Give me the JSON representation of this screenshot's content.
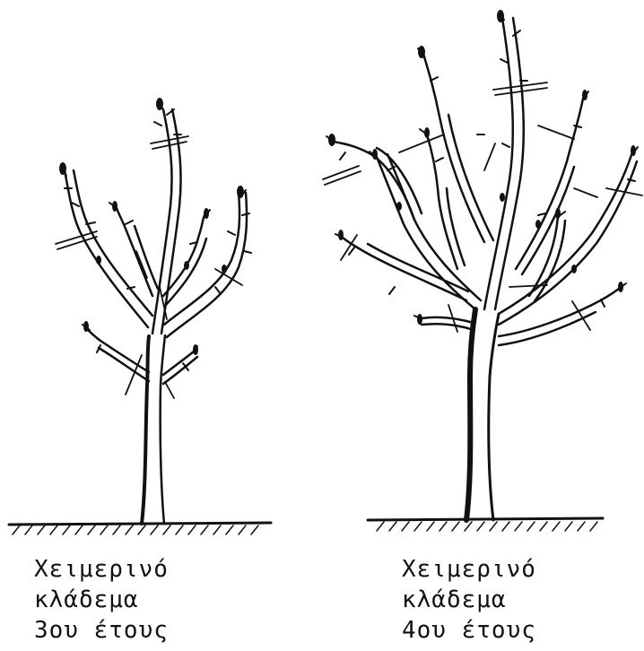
{
  "figures": [
    {
      "id": "tree-3rd-year",
      "caption": [
        "Χειμερινό",
        "κλάδεμα",
        "3ου έτους"
      ]
    },
    {
      "id": "tree-4th-year",
      "caption": [
        "Χειμερινό",
        "κλάδεμα",
        "4ου έτους"
      ]
    }
  ],
  "colors": {
    "ink": "#111111",
    "background": "#ffffff"
  }
}
